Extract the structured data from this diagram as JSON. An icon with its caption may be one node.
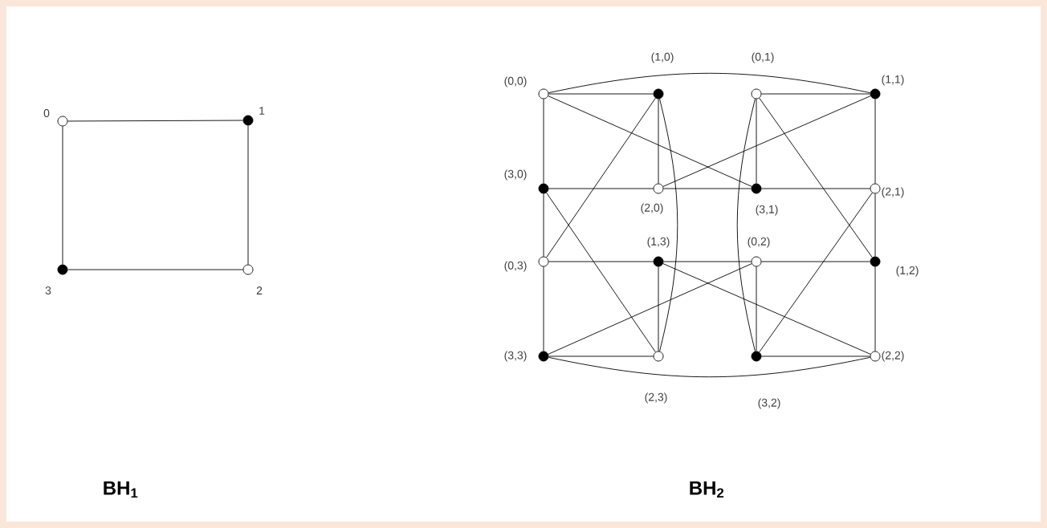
{
  "diagram": {
    "nodes": [
      {
        "text": [],
        "shape": "circle",
        "beside": [
          "0"
        ]
      },
      {
        "text": [],
        "shape": "dot",
        "beside": [
          "1"
        ]
      },
      {
        "text": [],
        "shape": "circle",
        "beside": [
          "2"
        ]
      },
      {
        "text": [],
        "shape": "dot",
        "beside": [
          "3"
        ]
      },
      {
        "text": [],
        "shape": "circle",
        "beside": [
          "(0,0)"
        ]
      },
      {
        "text": [],
        "shape": "dot",
        "beside": [
          "(1,0)"
        ]
      },
      {
        "text": [],
        "shape": "circle",
        "beside": [
          "(0,1)"
        ]
      },
      {
        "text": [],
        "shape": "dot",
        "beside": [
          "(1,1)"
        ]
      },
      {
        "text": [],
        "shape": "dot",
        "beside": [
          "(3,0)"
        ]
      },
      {
        "text": [],
        "shape": "circle",
        "beside": [
          "(2,0)"
        ]
      },
      {
        "text": [],
        "shape": "dot",
        "beside": [
          "(3,1)"
        ]
      },
      {
        "text": [],
        "shape": "circle",
        "beside": [
          "(2,1)"
        ]
      },
      {
        "text": [],
        "shape": "circle",
        "beside": [
          "(0,3)"
        ]
      },
      {
        "text": [],
        "shape": "dot",
        "beside": [
          "(1,3)"
        ]
      },
      {
        "text": [],
        "shape": "circle",
        "beside": [
          "(0,2)"
        ]
      },
      {
        "text": [],
        "shape": "dot",
        "beside": [
          "(1,2)"
        ]
      },
      {
        "text": [],
        "shape": "dot",
        "beside": [
          "(3,3)"
        ]
      },
      {
        "text": [],
        "shape": "circle",
        "beside": [
          "(2,3)"
        ]
      },
      {
        "text": [],
        "shape": "dot",
        "beside": [
          "(3,2)"
        ]
      },
      {
        "text": [],
        "shape": "circle",
        "beside": [
          "(2,2)"
        ]
      }
    ],
    "edges": [
      {
        "from": 0,
        "to": 1,
        "arrow": "none"
      },
      {
        "from": 1,
        "to": 2,
        "arrow": "none"
      },
      {
        "from": 2,
        "to": 3,
        "arrow": "none"
      },
      {
        "from": 3,
        "to": 0,
        "arrow": "none"
      },
      {
        "from": 4,
        "to": 5,
        "arrow": "none"
      },
      {
        "from": 6,
        "to": 7,
        "arrow": "none"
      },
      {
        "from": 4,
        "to": 7,
        "arrow": "none"
      },
      {
        "from": 8,
        "to": 9,
        "arrow": "none"
      },
      {
        "from": 9,
        "to": 10,
        "arrow": "none"
      },
      {
        "from": 10,
        "to": 11,
        "arrow": "none"
      },
      {
        "from": 12,
        "to": 13,
        "arrow": "none"
      },
      {
        "from": 13,
        "to": 14,
        "arrow": "none"
      },
      {
        "from": 14,
        "to": 15,
        "arrow": "none"
      },
      {
        "from": 16,
        "to": 17,
        "arrow": "none"
      },
      {
        "from": 18,
        "to": 19,
        "arrow": "none"
      },
      {
        "from": 16,
        "to": 19,
        "arrow": "none"
      },
      {
        "from": 4,
        "to": 8,
        "arrow": "none"
      },
      {
        "from": 8,
        "to": 12,
        "arrow": "none"
      },
      {
        "from": 12,
        "to": 16,
        "arrow": "none"
      },
      {
        "from": 7,
        "to": 11,
        "arrow": "none"
      },
      {
        "from": 11,
        "to": 15,
        "arrow": "none"
      },
      {
        "from": 15,
        "to": 19,
        "arrow": "none"
      },
      {
        "from": 5,
        "to": 9,
        "arrow": "none"
      },
      {
        "from": 13,
        "to": 17,
        "arrow": "none"
      },
      {
        "from": 6,
        "to": 10,
        "arrow": "none"
      },
      {
        "from": 14,
        "to": 18,
        "arrow": "none"
      },
      {
        "from": 5,
        "to": 17,
        "arrow": "none"
      },
      {
        "from": 6,
        "to": 18,
        "arrow": "none"
      },
      {
        "from": 4,
        "to": 10,
        "arrow": "none"
      },
      {
        "from": 9,
        "to": 7,
        "arrow": "none"
      },
      {
        "from": 5,
        "to": 12,
        "arrow": "none"
      },
      {
        "from": 8,
        "to": 17,
        "arrow": "none"
      },
      {
        "from": 6,
        "to": 15,
        "arrow": "none"
      },
      {
        "from": 18,
        "to": 11,
        "arrow": "none"
      },
      {
        "from": 13,
        "to": 19,
        "arrow": "none"
      },
      {
        "from": 14,
        "to": 16,
        "arrow": "none"
      }
    ],
    "labels": [
      "BH$_{1}$",
      "BH$_{2}$"
    ]
  }
}
